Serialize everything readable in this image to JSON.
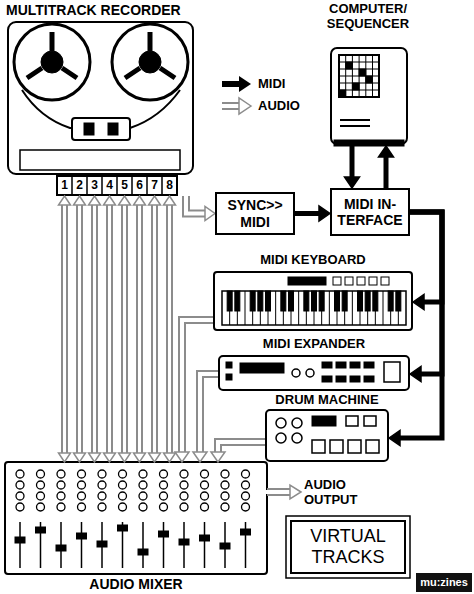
{
  "diagram": {
    "nodes": [
      {
        "text": [
          "MULTITRACK RECORDER"
        ]
      },
      {
        "text": [
          "COMPUTER/ SEQUENCER"
        ]
      },
      {
        "text": [
          "SYNC>> MIDI"
        ]
      },
      {
        "text": [
          "MIDI IN- TERFACE"
        ]
      },
      {
        "text": [
          "MIDI KEYBOARD"
        ]
      },
      {
        "text": [
          "MIDI EXPANDER"
        ]
      },
      {
        "text": [
          "DRUM MACHINE"
        ]
      },
      {
        "text": [
          "AUDIO MIXER"
        ]
      },
      {
        "text": [
          "VIRTUAL TRACKS"
        ]
      }
    ],
    "edges": [
      {
        "from": 0,
        "to": 2,
        "arrow": "to"
      },
      {
        "from": 2,
        "to": 3,
        "arrow": "to"
      },
      {
        "from": 1,
        "to": 3,
        "arrow": "to"
      },
      {
        "from": 3,
        "to": 1,
        "arrow": "to"
      },
      {
        "from": 3,
        "to": 4,
        "arrow": "to"
      },
      {
        "from": 3,
        "to": 5,
        "arrow": "to"
      },
      {
        "from": 3,
        "to": 6,
        "arrow": "to"
      },
      {
        "from": 0,
        "to": 7,
        "arrow": "both"
      },
      {
        "from": 0,
        "to": 7,
        "arrow": "both"
      },
      {
        "from": 0,
        "to": 7,
        "arrow": "both"
      },
      {
        "from": 0,
        "to": 7,
        "arrow": "both"
      },
      {
        "from": 0,
        "to": 7,
        "arrow": "both"
      },
      {
        "from": 0,
        "to": 7,
        "arrow": "both"
      },
      {
        "from": 0,
        "to": 7,
        "arrow": "both"
      },
      {
        "from": 0,
        "to": 7,
        "arrow": "both"
      },
      {
        "from": 4,
        "to": 7,
        "arrow": "to"
      },
      {
        "from": 5,
        "to": 7,
        "arrow": "to"
      },
      {
        "from": 6,
        "to": 7,
        "arrow": "to"
      }
    ],
    "labels": [
      "1",
      "2",
      "3",
      "4",
      "5",
      "6",
      "7",
      "8",
      "AUDIO OUTPUT",
      "mu:zines"
    ],
    "legend": [
      {
        "text": "MIDI"
      },
      {
        "text": "AUDIO"
      }
    ]
  }
}
